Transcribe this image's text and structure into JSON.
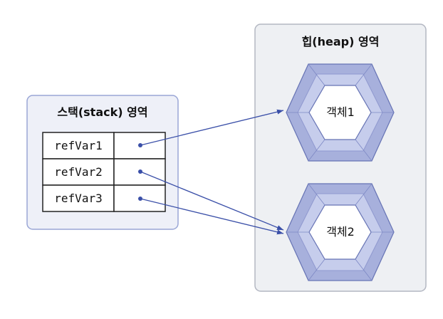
{
  "stack": {
    "title": "스택(stack) 영역",
    "variables": [
      "refVar1",
      "refVar2",
      "refVar3"
    ]
  },
  "heap": {
    "title": "힙(heap) 영역",
    "objects": [
      "객체1",
      "객체2"
    ]
  },
  "references": [
    {
      "from": "refVar1",
      "to": "객체1"
    },
    {
      "from": "refVar2",
      "to": "객체2"
    },
    {
      "from": "refVar3",
      "to": "객체2"
    }
  ],
  "colors": {
    "region_fill": "#eef0f8",
    "heap_fill": "#eef0f3",
    "stack_border": "#9aa6d6",
    "heap_border": "#b3b7c2",
    "hex_outer": "#a7b0dc",
    "hex_ring": "#c6cdec",
    "hex_stroke": "#6673b4",
    "arrow": "#3a4fa8",
    "cell_border": "#222222"
  }
}
